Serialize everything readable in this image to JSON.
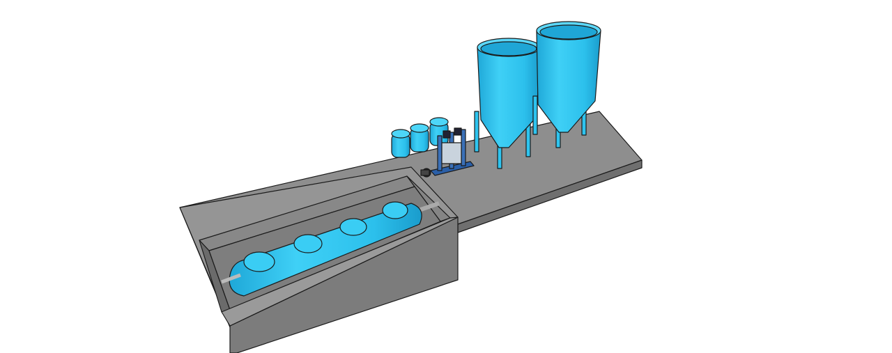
{
  "scene": {
    "colors": {
      "background": "#ffffff",
      "concrete_top": "#8e8e8e",
      "concrete_side": "#7a7a7a",
      "concrete_dark": "#6a6a6a",
      "tank_blue": "#2ec4ef",
      "tank_blue_dark": "#1a9fd0",
      "tank_blue_light": "#6fdcfa",
      "outline": "#1a1a1a"
    },
    "objects": [
      "concrete-slab",
      "buried-tank-pit",
      "horizontal-storage-tank",
      "silo-tank-left",
      "silo-tank-right",
      "filter-vessels",
      "control-rack",
      "pump"
    ]
  }
}
